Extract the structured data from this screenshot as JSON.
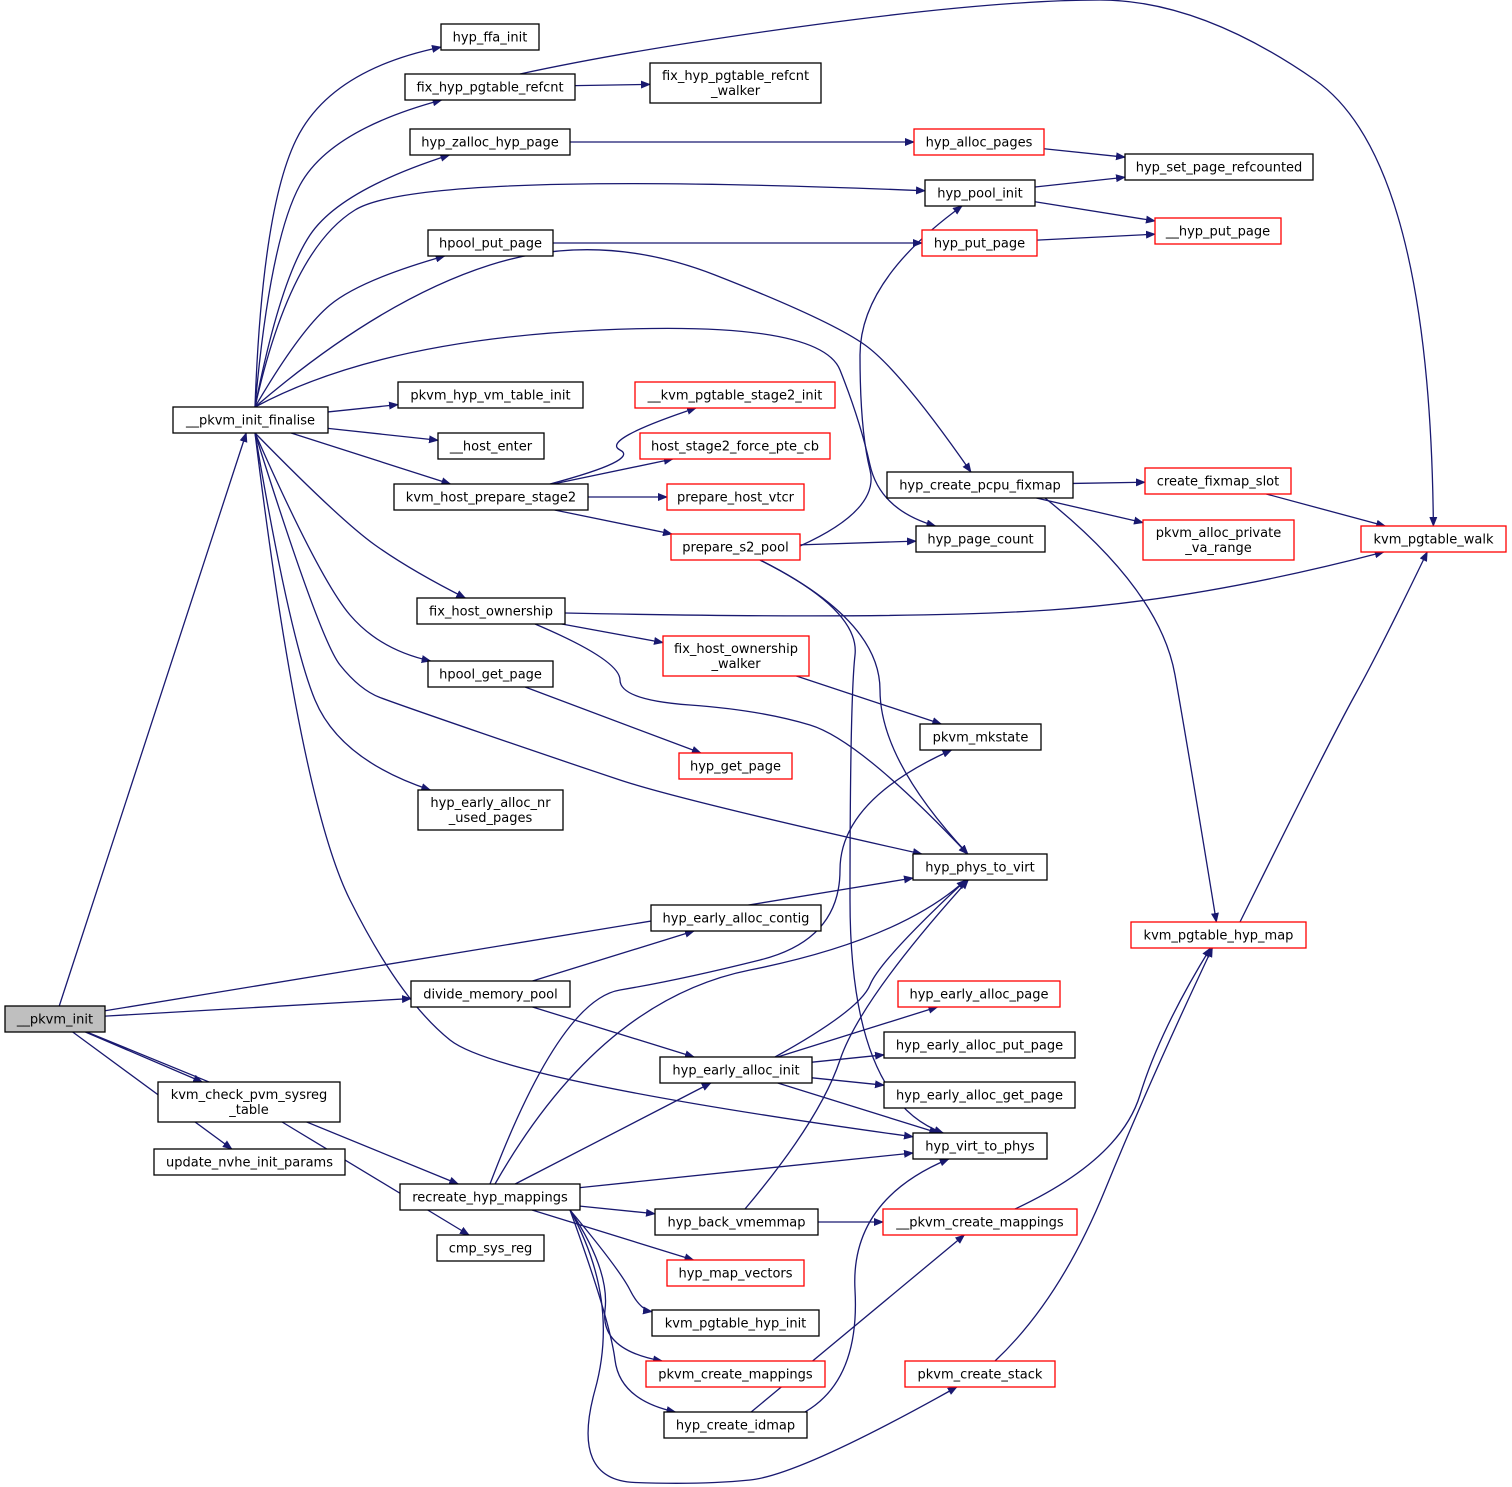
{
  "graph": {
    "root": "__pkvm_init",
    "colors": {
      "edge": "#191970",
      "node_border": "#000000",
      "node_border_external": "#ff0000",
      "root_fill": "#bfbfbf"
    },
    "nodes": [
      {
        "id": "pkvm_init",
        "lines": [
          "__pkvm_init"
        ],
        "style": "root"
      },
      {
        "id": "pkvm_init_finalise",
        "lines": [
          "__pkvm_init_finalise"
        ],
        "style": "normal"
      },
      {
        "id": "kvm_check_pvm_sysreg_table",
        "lines": [
          "kvm_check_pvm_sysreg",
          "_table"
        ],
        "style": "normal"
      },
      {
        "id": "update_nvhe_init_params",
        "lines": [
          "update_nvhe_init_params"
        ],
        "style": "normal"
      },
      {
        "id": "hyp_ffa_init",
        "lines": [
          "hyp_ffa_init"
        ],
        "style": "normal"
      },
      {
        "id": "fix_hyp_pgtable_refcnt",
        "lines": [
          "fix_hyp_pgtable_refcnt"
        ],
        "style": "normal"
      },
      {
        "id": "hyp_zalloc_hyp_page",
        "lines": [
          "hyp_zalloc_hyp_page"
        ],
        "style": "normal"
      },
      {
        "id": "hpool_put_page",
        "lines": [
          "hpool_put_page"
        ],
        "style": "normal"
      },
      {
        "id": "pkvm_hyp_vm_table_init",
        "lines": [
          "pkvm_hyp_vm_table_init"
        ],
        "style": "normal"
      },
      {
        "id": "host_enter",
        "lines": [
          "__host_enter"
        ],
        "style": "normal"
      },
      {
        "id": "kvm_host_prepare_stage2",
        "lines": [
          "kvm_host_prepare_stage2"
        ],
        "style": "normal"
      },
      {
        "id": "fix_host_ownership",
        "lines": [
          "fix_host_ownership"
        ],
        "style": "normal"
      },
      {
        "id": "hpool_get_page",
        "lines": [
          "hpool_get_page"
        ],
        "style": "normal"
      },
      {
        "id": "hyp_early_alloc_nr_used_pages",
        "lines": [
          "hyp_early_alloc_nr",
          "_used_pages"
        ],
        "style": "normal"
      },
      {
        "id": "divide_memory_pool",
        "lines": [
          "divide_memory_pool"
        ],
        "style": "normal"
      },
      {
        "id": "recreate_hyp_mappings",
        "lines": [
          "recreate_hyp_mappings"
        ],
        "style": "normal"
      },
      {
        "id": "cmp_sys_reg",
        "lines": [
          "cmp_sys_reg"
        ],
        "style": "normal"
      },
      {
        "id": "fix_hyp_pgtable_refcnt_walker",
        "lines": [
          "fix_hyp_pgtable_refcnt",
          "_walker"
        ],
        "style": "normal"
      },
      {
        "id": "kvm_pgtable_stage2_init",
        "lines": [
          "__kvm_pgtable_stage2_init"
        ],
        "style": "external"
      },
      {
        "id": "host_stage2_force_pte_cb",
        "lines": [
          "host_stage2_force_pte_cb"
        ],
        "style": "external"
      },
      {
        "id": "prepare_host_vtcr",
        "lines": [
          "prepare_host_vtcr"
        ],
        "style": "external"
      },
      {
        "id": "prepare_s2_pool",
        "lines": [
          "prepare_s2_pool"
        ],
        "style": "external"
      },
      {
        "id": "fix_host_ownership_walker",
        "lines": [
          "fix_host_ownership",
          "_walker"
        ],
        "style": "external"
      },
      {
        "id": "hyp_get_page",
        "lines": [
          "hyp_get_page"
        ],
        "style": "external"
      },
      {
        "id": "hyp_early_alloc_contig",
        "lines": [
          "hyp_early_alloc_contig"
        ],
        "style": "normal"
      },
      {
        "id": "hyp_early_alloc_init",
        "lines": [
          "hyp_early_alloc_init"
        ],
        "style": "normal"
      },
      {
        "id": "hyp_back_vmemmap",
        "lines": [
          "hyp_back_vmemmap"
        ],
        "style": "normal"
      },
      {
        "id": "hyp_map_vectors",
        "lines": [
          "hyp_map_vectors"
        ],
        "style": "external"
      },
      {
        "id": "kvm_pgtable_hyp_init",
        "lines": [
          "kvm_pgtable_hyp_init"
        ],
        "style": "normal"
      },
      {
        "id": "pkvm_create_mappings",
        "lines": [
          "pkvm_create_mappings"
        ],
        "style": "external"
      },
      {
        "id": "hyp_create_idmap",
        "lines": [
          "hyp_create_idmap"
        ],
        "style": "normal"
      },
      {
        "id": "hyp_alloc_pages",
        "lines": [
          "hyp_alloc_pages"
        ],
        "style": "external"
      },
      {
        "id": "hyp_pool_init",
        "lines": [
          "hyp_pool_init"
        ],
        "style": "normal"
      },
      {
        "id": "hyp_put_page",
        "lines": [
          "hyp_put_page"
        ],
        "style": "external"
      },
      {
        "id": "hyp_create_pcpu_fixmap",
        "lines": [
          "hyp_create_pcpu_fixmap"
        ],
        "style": "normal"
      },
      {
        "id": "hyp_page_count",
        "lines": [
          "hyp_page_count"
        ],
        "style": "normal"
      },
      {
        "id": "pkvm_mkstate",
        "lines": [
          "pkvm_mkstate"
        ],
        "style": "normal"
      },
      {
        "id": "hyp_phys_to_virt",
        "lines": [
          "hyp_phys_to_virt"
        ],
        "style": "normal"
      },
      {
        "id": "hyp_early_alloc_page",
        "lines": [
          "hyp_early_alloc_page"
        ],
        "style": "external"
      },
      {
        "id": "hyp_early_alloc_put_page",
        "lines": [
          "hyp_early_alloc_put_page"
        ],
        "style": "normal"
      },
      {
        "id": "hyp_early_alloc_get_page",
        "lines": [
          "hyp_early_alloc_get_page"
        ],
        "style": "normal"
      },
      {
        "id": "hyp_virt_to_phys",
        "lines": [
          "hyp_virt_to_phys"
        ],
        "style": "normal"
      },
      {
        "id": "pkvm_create_mappings_internal",
        "lines": [
          "__pkvm_create_mappings"
        ],
        "style": "external"
      },
      {
        "id": "pkvm_create_stack",
        "lines": [
          "pkvm_create_stack"
        ],
        "style": "external"
      },
      {
        "id": "hyp_set_page_refcounted",
        "lines": [
          "hyp_set_page_refcounted"
        ],
        "style": "normal"
      },
      {
        "id": "hyp_put_page_internal",
        "lines": [
          "__hyp_put_page"
        ],
        "style": "external"
      },
      {
        "id": "create_fixmap_slot",
        "lines": [
          "create_fixmap_slot"
        ],
        "style": "external"
      },
      {
        "id": "pkvm_alloc_private_va_range",
        "lines": [
          "pkvm_alloc_private",
          "_va_range"
        ],
        "style": "external"
      },
      {
        "id": "kvm_pgtable_hyp_map",
        "lines": [
          "kvm_pgtable_hyp_map"
        ],
        "style": "external"
      },
      {
        "id": "kvm_pgtable_walk",
        "lines": [
          "kvm_pgtable_walk"
        ],
        "style": "external"
      }
    ],
    "edges": [
      [
        "pkvm_init",
        "pkvm_init_finalise"
      ],
      [
        "pkvm_init",
        "hyp_phys_to_virt"
      ],
      [
        "pkvm_init",
        "divide_memory_pool"
      ],
      [
        "pkvm_init",
        "kvm_check_pvm_sysreg_table"
      ],
      [
        "pkvm_init",
        "update_nvhe_init_params"
      ],
      [
        "pkvm_init",
        "recreate_hyp_mappings"
      ],
      [
        "pkvm_init_finalise",
        "hyp_ffa_init"
      ],
      [
        "pkvm_init_finalise",
        "fix_hyp_pgtable_refcnt"
      ],
      [
        "pkvm_init_finalise",
        "hyp_zalloc_hyp_page"
      ],
      [
        "pkvm_init_finalise",
        "hyp_pool_init"
      ],
      [
        "pkvm_init_finalise",
        "hpool_put_page"
      ],
      [
        "pkvm_init_finalise",
        "hyp_create_pcpu_fixmap"
      ],
      [
        "pkvm_init_finalise",
        "hyp_page_count"
      ],
      [
        "pkvm_init_finalise",
        "pkvm_hyp_vm_table_init"
      ],
      [
        "pkvm_init_finalise",
        "host_enter"
      ],
      [
        "pkvm_init_finalise",
        "kvm_host_prepare_stage2"
      ],
      [
        "pkvm_init_finalise",
        "fix_host_ownership"
      ],
      [
        "pkvm_init_finalise",
        "hpool_get_page"
      ],
      [
        "pkvm_init_finalise",
        "hyp_early_alloc_nr_used_pages"
      ],
      [
        "pkvm_init_finalise",
        "hyp_phys_to_virt"
      ],
      [
        "pkvm_init_finalise",
        "hyp_virt_to_phys"
      ],
      [
        "fix_hyp_pgtable_refcnt",
        "fix_hyp_pgtable_refcnt_walker"
      ],
      [
        "fix_hyp_pgtable_refcnt",
        "kvm_pgtable_walk"
      ],
      [
        "hyp_zalloc_hyp_page",
        "hyp_alloc_pages"
      ],
      [
        "hpool_put_page",
        "hyp_put_page"
      ],
      [
        "kvm_host_prepare_stage2",
        "kvm_pgtable_stage2_init"
      ],
      [
        "kvm_host_prepare_stage2",
        "host_stage2_force_pte_cb"
      ],
      [
        "kvm_host_prepare_stage2",
        "prepare_host_vtcr"
      ],
      [
        "kvm_host_prepare_stage2",
        "prepare_s2_pool"
      ],
      [
        "fix_host_ownership",
        "fix_host_ownership_walker"
      ],
      [
        "fix_host_ownership",
        "kvm_pgtable_walk"
      ],
      [
        "fix_host_ownership",
        "hyp_phys_to_virt"
      ],
      [
        "hpool_get_page",
        "hyp_get_page"
      ],
      [
        "kvm_check_pvm_sysreg_table",
        "cmp_sys_reg"
      ],
      [
        "divide_memory_pool",
        "hyp_early_alloc_contig"
      ],
      [
        "divide_memory_pool",
        "hyp_early_alloc_init"
      ],
      [
        "recreate_hyp_mappings",
        "pkvm_mkstate"
      ],
      [
        "recreate_hyp_mappings",
        "hyp_phys_to_virt"
      ],
      [
        "recreate_hyp_mappings",
        "hyp_early_alloc_init"
      ],
      [
        "recreate_hyp_mappings",
        "hyp_virt_to_phys"
      ],
      [
        "recreate_hyp_mappings",
        "hyp_back_vmemmap"
      ],
      [
        "recreate_hyp_mappings",
        "hyp_map_vectors"
      ],
      [
        "recreate_hyp_mappings",
        "kvm_pgtable_hyp_init"
      ],
      [
        "recreate_hyp_mappings",
        "pkvm_create_mappings"
      ],
      [
        "recreate_hyp_mappings",
        "hyp_create_idmap"
      ],
      [
        "recreate_hyp_mappings",
        "pkvm_create_stack"
      ],
      [
        "prepare_s2_pool",
        "hyp_pool_init"
      ],
      [
        "prepare_s2_pool",
        "hyp_page_count"
      ],
      [
        "prepare_s2_pool",
        "hyp_phys_to_virt"
      ],
      [
        "prepare_s2_pool",
        "hyp_virt_to_phys"
      ],
      [
        "fix_host_ownership_walker",
        "pkvm_mkstate"
      ],
      [
        "hyp_early_alloc_init",
        "hyp_early_alloc_page"
      ],
      [
        "hyp_early_alloc_init",
        "hyp_early_alloc_put_page"
      ],
      [
        "hyp_early_alloc_init",
        "hyp_early_alloc_get_page"
      ],
      [
        "hyp_early_alloc_init",
        "hyp_phys_to_virt"
      ],
      [
        "hyp_early_alloc_init",
        "hyp_virt_to_phys"
      ],
      [
        "hyp_back_vmemmap",
        "pkvm_create_mappings_internal"
      ],
      [
        "hyp_back_vmemmap",
        "hyp_phys_to_virt"
      ],
      [
        "hyp_create_idmap",
        "hyp_virt_to_phys"
      ],
      [
        "hyp_create_idmap",
        "pkvm_create_mappings_internal"
      ],
      [
        "hyp_alloc_pages",
        "hyp_set_page_refcounted"
      ],
      [
        "hyp_pool_init",
        "hyp_set_page_refcounted"
      ],
      [
        "hyp_pool_init",
        "hyp_put_page_internal"
      ],
      [
        "hyp_put_page",
        "hyp_put_page_internal"
      ],
      [
        "hyp_create_pcpu_fixmap",
        "create_fixmap_slot"
      ],
      [
        "hyp_create_pcpu_fixmap",
        "pkvm_alloc_private_va_range"
      ],
      [
        "hyp_create_pcpu_fixmap",
        "kvm_pgtable_hyp_map"
      ],
      [
        "create_fixmap_slot",
        "kvm_pgtable_walk"
      ],
      [
        "pkvm_create_mappings_internal",
        "kvm_pgtable_hyp_map"
      ],
      [
        "pkvm_create_stack",
        "kvm_pgtable_hyp_map"
      ],
      [
        "kvm_pgtable_hyp_map",
        "kvm_pgtable_walk"
      ]
    ]
  }
}
